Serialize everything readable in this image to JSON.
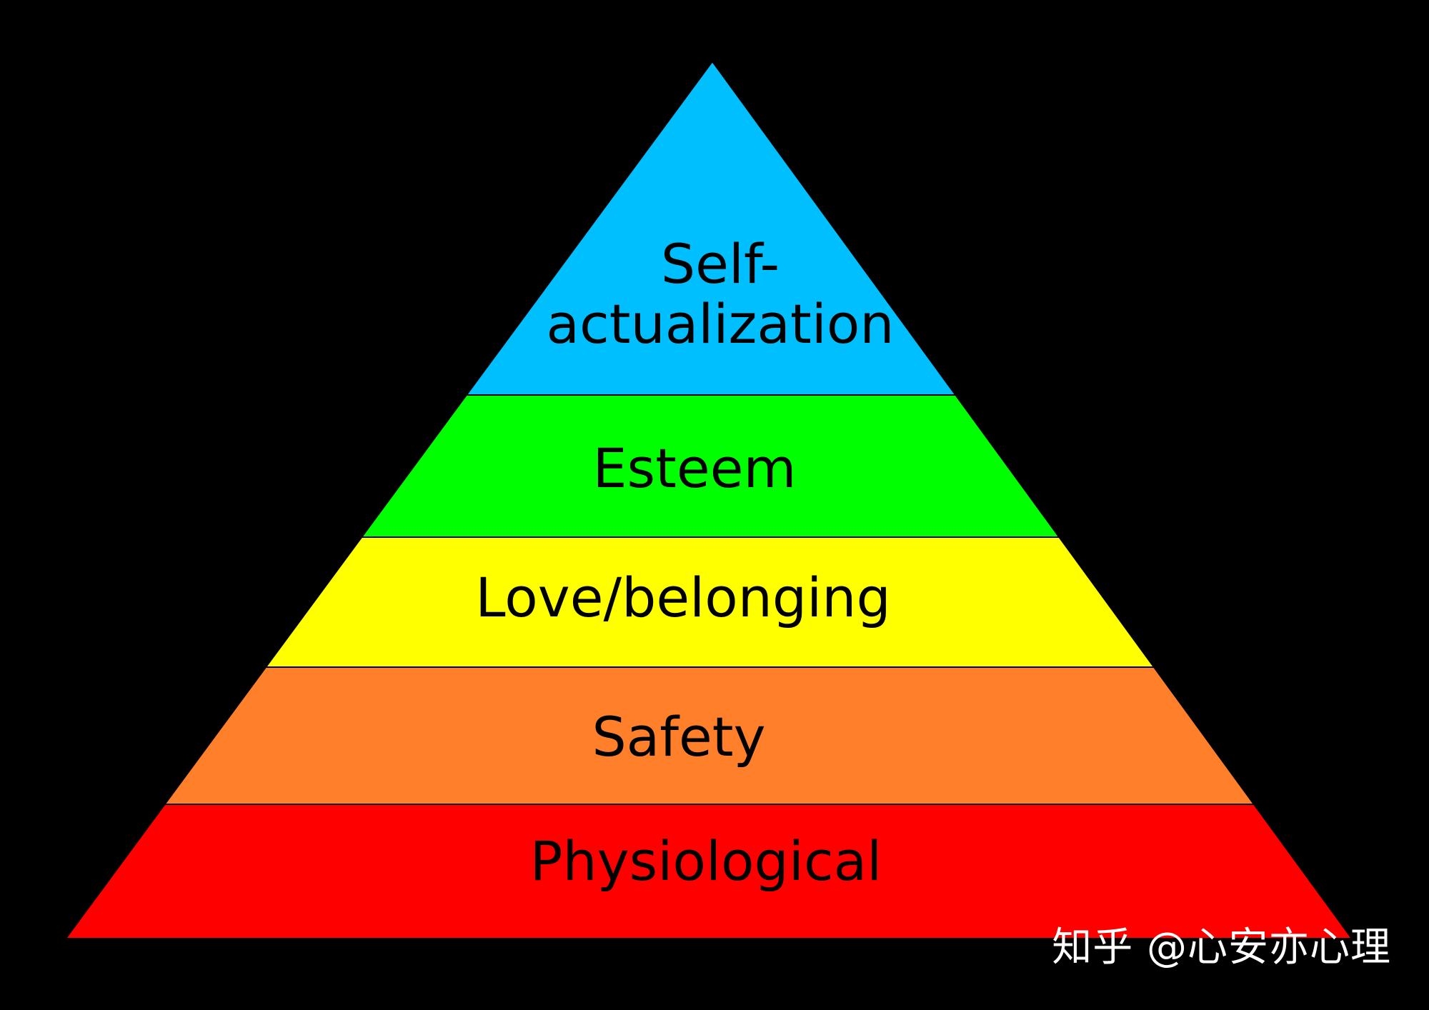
{
  "diagram": {
    "levels": [
      {
        "id": "self-actualization",
        "label_lines": [
          "Self-",
          "actualization"
        ],
        "color": "#00BFFF"
      },
      {
        "id": "esteem",
        "label_lines": [
          "Esteem"
        ],
        "color": "#00FF00"
      },
      {
        "id": "love-belonging",
        "label_lines": [
          "Love/belonging"
        ],
        "color": "#FFFF00"
      },
      {
        "id": "safety",
        "label_lines": [
          "Safety"
        ],
        "color": "#FF7F2A"
      },
      {
        "id": "physiological",
        "label_lines": [
          "Physiological"
        ],
        "color": "#FF0000"
      }
    ]
  },
  "watermark": {
    "text": "知乎 @心安亦心理"
  }
}
